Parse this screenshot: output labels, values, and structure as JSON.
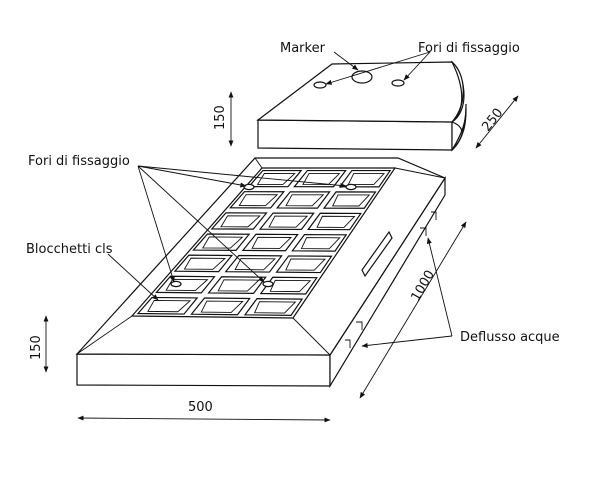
{
  "labels": {
    "marker": "Marker",
    "fori_top": "Fori di fissaggio",
    "fori_left": "Fori di fissaggio",
    "blocchetti": "Blocchetti cls",
    "deflusso": "Deflusso acque"
  },
  "dimensions": {
    "cap_height": "150",
    "cap_depth": "250",
    "base_height": "150",
    "base_width": "500",
    "base_length": "1000"
  }
}
